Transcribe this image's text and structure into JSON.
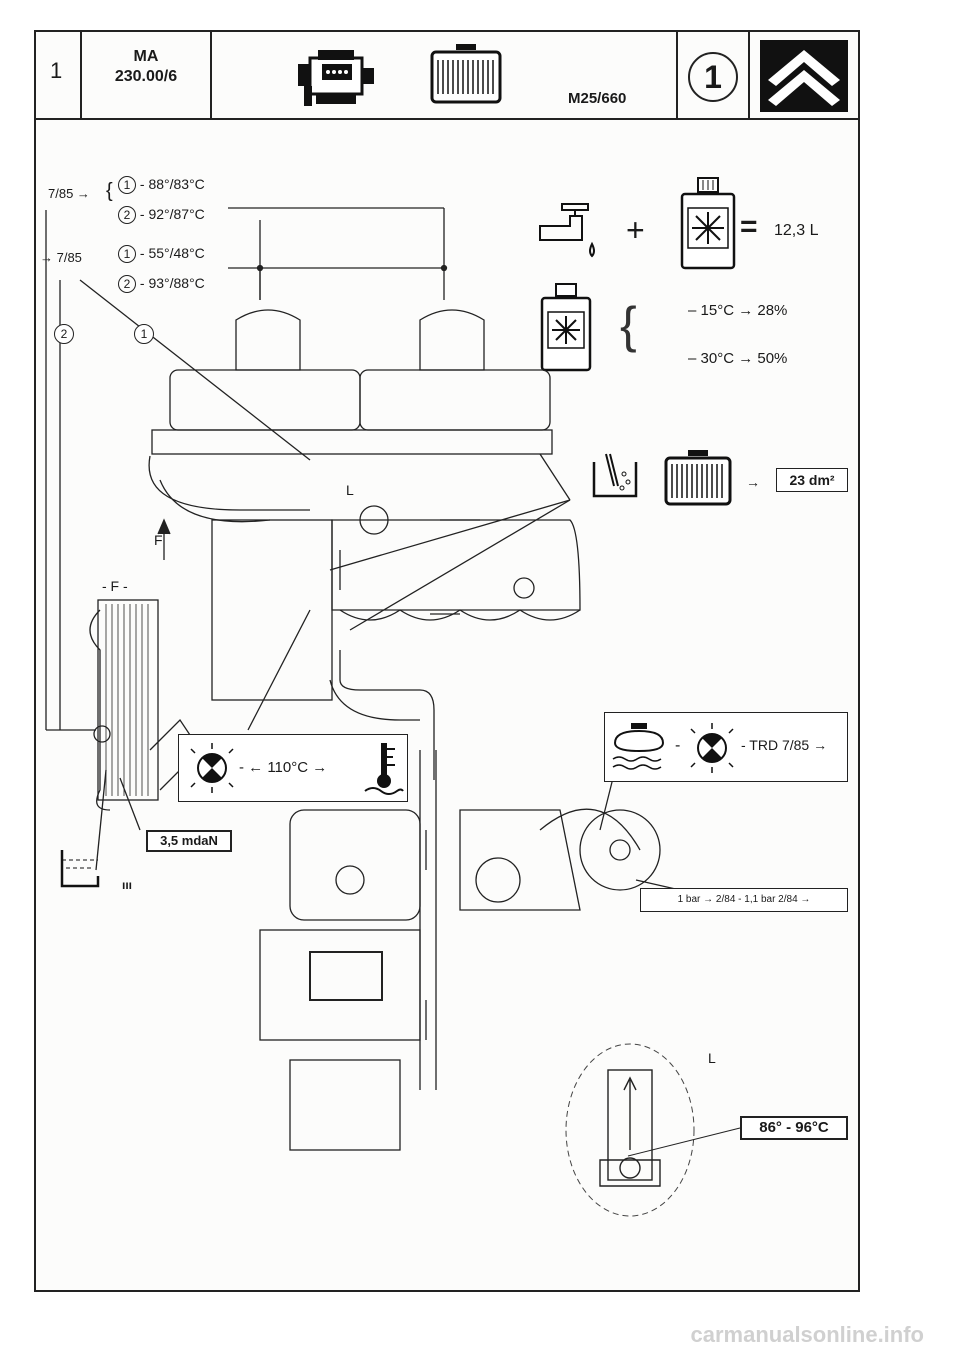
{
  "header": {
    "page_number": "1",
    "group_code": "MA",
    "doc_ref": "230.00/6",
    "model_ref": "M25/660",
    "section_badge": "1"
  },
  "thermostat_specs": {
    "date_prefix": "7/85 →",
    "line1": "- 88°/83°C",
    "line2": "- 92°/87°C",
    "date_prefix_b": "→ 7/85",
    "line3": "- 55°/48°C",
    "line4": "- 93°/88°C",
    "mark1": "1",
    "mark2": "2"
  },
  "coolant": {
    "plus": "+",
    "equals": "=",
    "capacity": "12,3 L",
    "mix1": "– 15°C → 28%",
    "mix2": "– 30°C → 50%"
  },
  "radiator_area": {
    "arrow": "→",
    "value": "23 dm²"
  },
  "labels": {
    "L_top": "L",
    "F_arrow": "F",
    "F_side": "- F -",
    "L_detail": "L",
    "callout_numbers": [
      "2",
      "1"
    ]
  },
  "fan_switch": {
    "text": "- ← 110°C →",
    "dash": "-"
  },
  "torque": "3,5 mdaN",
  "cap_info": {
    "text": "- TRD 7/85 →",
    "dash": "-"
  },
  "pressure": "1 bar → 2/84 - 1,1 bar 2/84 →",
  "thermostat_range": "86° - 96°C",
  "drain_symbol": "ııı",
  "watermark": "carmanualsonline.info"
}
